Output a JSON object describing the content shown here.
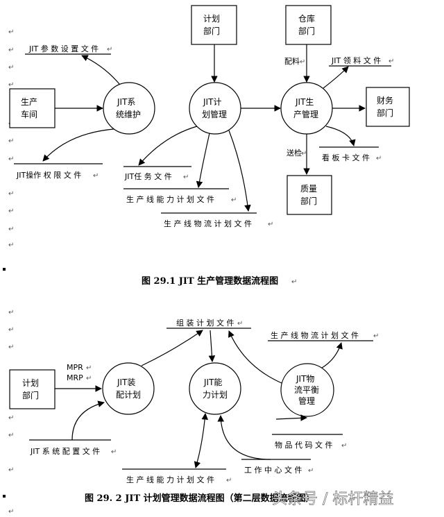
{
  "diagram1": {
    "nodes": {
      "plan_dept": [
        "计划",
        "部门"
      ],
      "warehouse": [
        "仓库",
        "部门"
      ],
      "workshop": [
        "生产",
        "车间"
      ],
      "jit_sys": [
        "JIT系",
        "统维护"
      ],
      "jit_plan": [
        "JIT计",
        "划管理"
      ],
      "jit_prod": [
        "JIT生",
        "产管理"
      ],
      "finance": [
        "财务",
        "部门"
      ],
      "quality": [
        "质量",
        "部门"
      ]
    },
    "files": {
      "param": "JIT 参 数 设 置 文 件",
      "perm": "JIT操作 权 限 文 件",
      "task": "JIT任 务 文 件",
      "capacity": "生 产 线 能 力 计  划 文 件",
      "logistics": "生 产 线 物 流 计  划 文 件",
      "picking": "JIT 领 料 文 件",
      "kanban": "看 板 卡 文 件"
    },
    "labels": {
      "material": "配料",
      "inspection": "送检"
    },
    "caption": "图 29.1 JIT 生产管理数据流程图"
  },
  "diagram2": {
    "nodes": {
      "plan_dept": [
        "计划",
        "部门"
      ],
      "assembly_plan": [
        "JIT装",
        "配计划"
      ],
      "capacity_plan": [
        "JIT能",
        "力计划"
      ],
      "logistics_balance": [
        "JIT物",
        "流平衡",
        "管理"
      ]
    },
    "files": {
      "assembly": "组 装 计 划 文 件",
      "logistics": "生 产 线 物 流 计  划 文 件",
      "config": "JIT 系 统 配 置 文 件",
      "item_code": "物 品 代 码 文 件",
      "work_center": "工 作 中 心 文 件",
      "capacity": "生 产 线 能 力 计 划 文 件"
    },
    "labels": {
      "mpr": "MPR",
      "mrp": "MRP"
    },
    "caption": "图 29. 2  JIT 计划管理数据流程图（第二层数据流程图）"
  },
  "watermark": "头条号 / 标杆精益"
}
